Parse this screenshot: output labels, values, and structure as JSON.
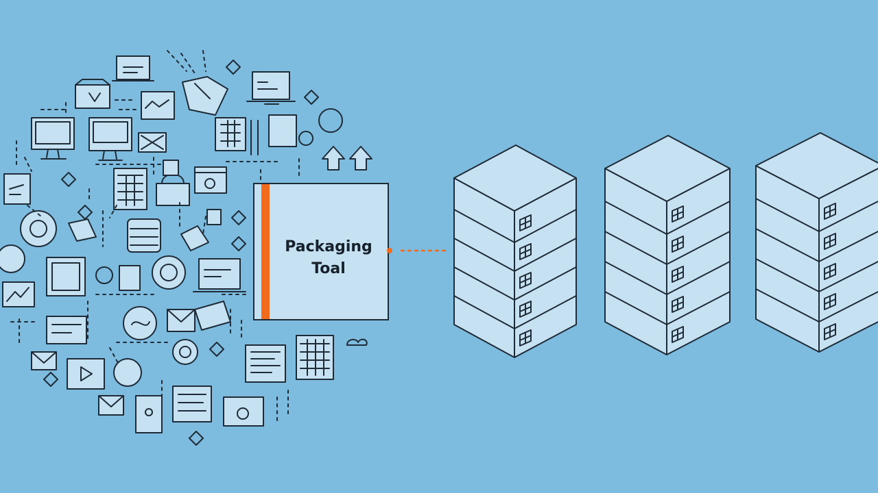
{
  "tool": {
    "line1": "Packaging",
    "line2": "Toal"
  },
  "colors": {
    "background": "#7dbcdf",
    "panel": "#c6e2f2",
    "accent": "#f26a1b",
    "stroke": "#1e2a36"
  },
  "icons": [
    "monitor-icon",
    "laptop-icon",
    "calculator-icon",
    "cloud-icon",
    "envelope-icon",
    "play-video-icon",
    "calendar-icon",
    "document-icon",
    "folder-icon",
    "camera-icon",
    "diamond-icon",
    "arrow-up-icon",
    "gear-icon",
    "lock-icon"
  ],
  "server_stacks": [
    {
      "name": "stack-1",
      "units": 5
    },
    {
      "name": "stack-2",
      "units": 5
    },
    {
      "name": "stack-3",
      "units": 5
    }
  ]
}
